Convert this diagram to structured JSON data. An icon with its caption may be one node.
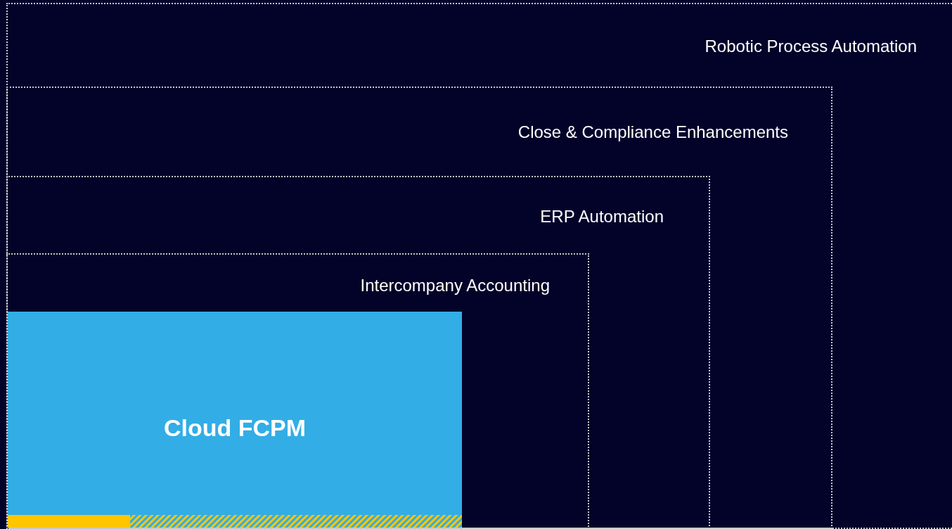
{
  "diagram": {
    "nodes": [
      {
        "text": [
          "Robotic Process Automation"
        ]
      },
      {
        "text": [
          "Close & Compliance Enhancements"
        ],
        "in": 0
      },
      {
        "text": [
          "ERP Automation"
        ],
        "in": 1
      },
      {
        "text": [
          "Intercompany Accounting"
        ],
        "in": 2
      },
      {
        "text": [
          "Cloud FCPM"
        ],
        "in": 3
      }
    ]
  }
}
